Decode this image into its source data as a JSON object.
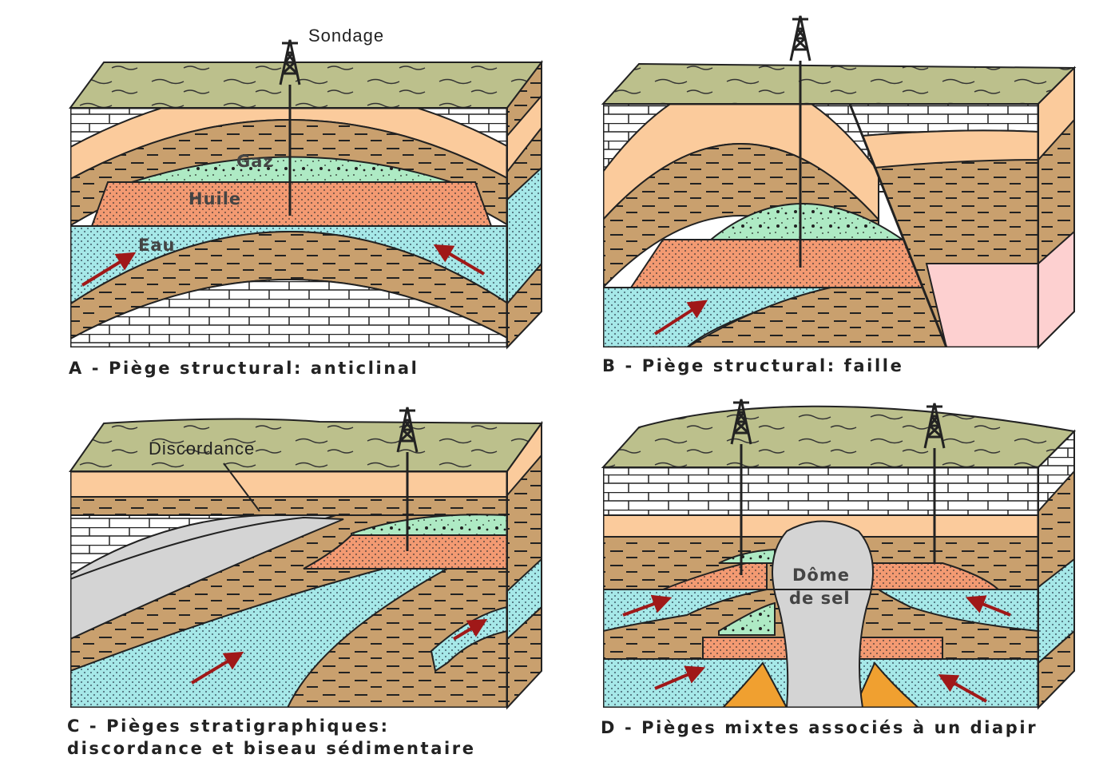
{
  "title": "Pièges à hydrocarbures",
  "colors": {
    "soil": "#bcc08c",
    "tan": "#fbcb9c",
    "shale": "#c9a06e",
    "gas": "#aeeac4",
    "oil": "#f39a72",
    "water": "#a6e8e8",
    "limestone": "#ffffff",
    "pink": "#fdd0d0",
    "salt": "#d4d4d4",
    "orange_layer": "#f0a030",
    "arrow": "#a01818"
  },
  "panels": {
    "a": {
      "caption": "A - Piège structural: anticlinal",
      "label_well": "Sondage",
      "label_gas": "Gaz",
      "label_oil": "Huile",
      "label_water": "Eau"
    },
    "b": {
      "caption": "B - Piège structural: faille"
    },
    "c": {
      "caption_line1": "C - Pièges stratigraphiques:",
      "caption_line2": "discordance et biseau sédimentaire",
      "label_unconformity": "Discordance"
    },
    "d": {
      "caption": "D - Pièges mixtes associés à un diapir",
      "label_salt_line1": "Dôme",
      "label_salt_line2": "de sel"
    }
  }
}
